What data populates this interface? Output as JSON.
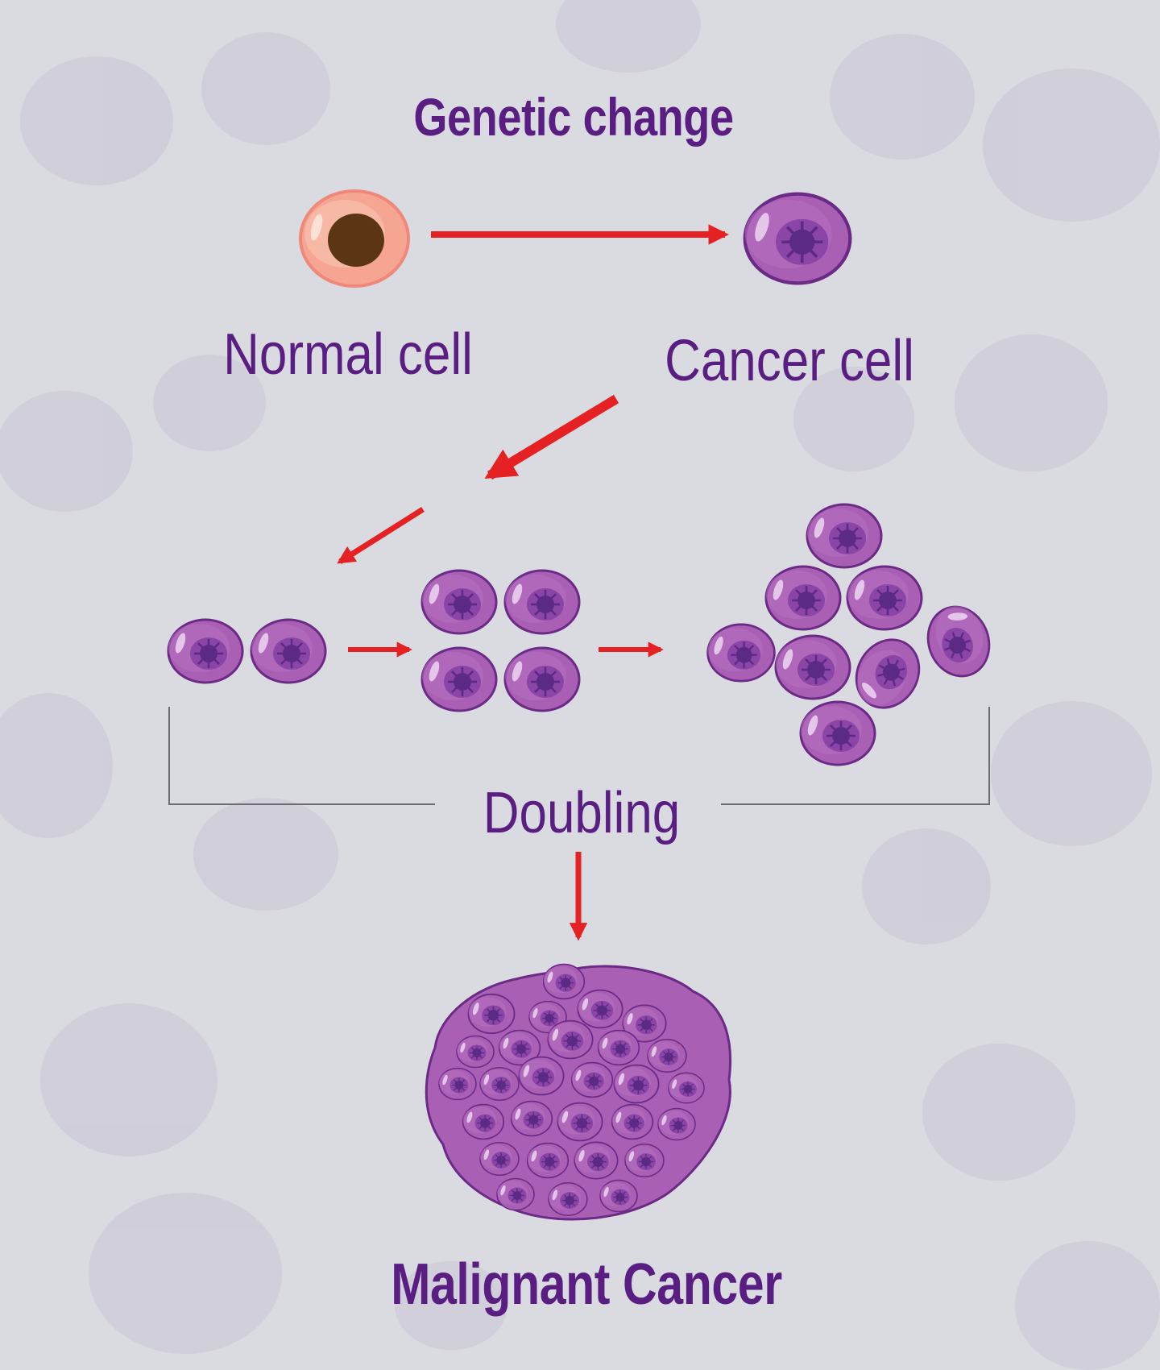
{
  "labels": {
    "genetic_change": "Genetic change",
    "normal_cell": "Normal cell",
    "cancer_cell": "Cancer cell",
    "doubling": "Doubling",
    "malignant_cancer": "Malignant Cancer"
  },
  "colors": {
    "background": "#d9dbe0",
    "text": "#5a1e82",
    "arrow": "#e52124",
    "normal_cell_body": "#f5a592",
    "normal_cell_nucleus": "#5c3514",
    "cancer_cell_body": "#a95fb4",
    "cancer_cell_edge": "#6b2a86",
    "cancer_cell_nucleus": "#5b2a85"
  },
  "icons": [
    "normal-cell-icon",
    "cancer-cell-icon",
    "tumor-mass-icon"
  ]
}
